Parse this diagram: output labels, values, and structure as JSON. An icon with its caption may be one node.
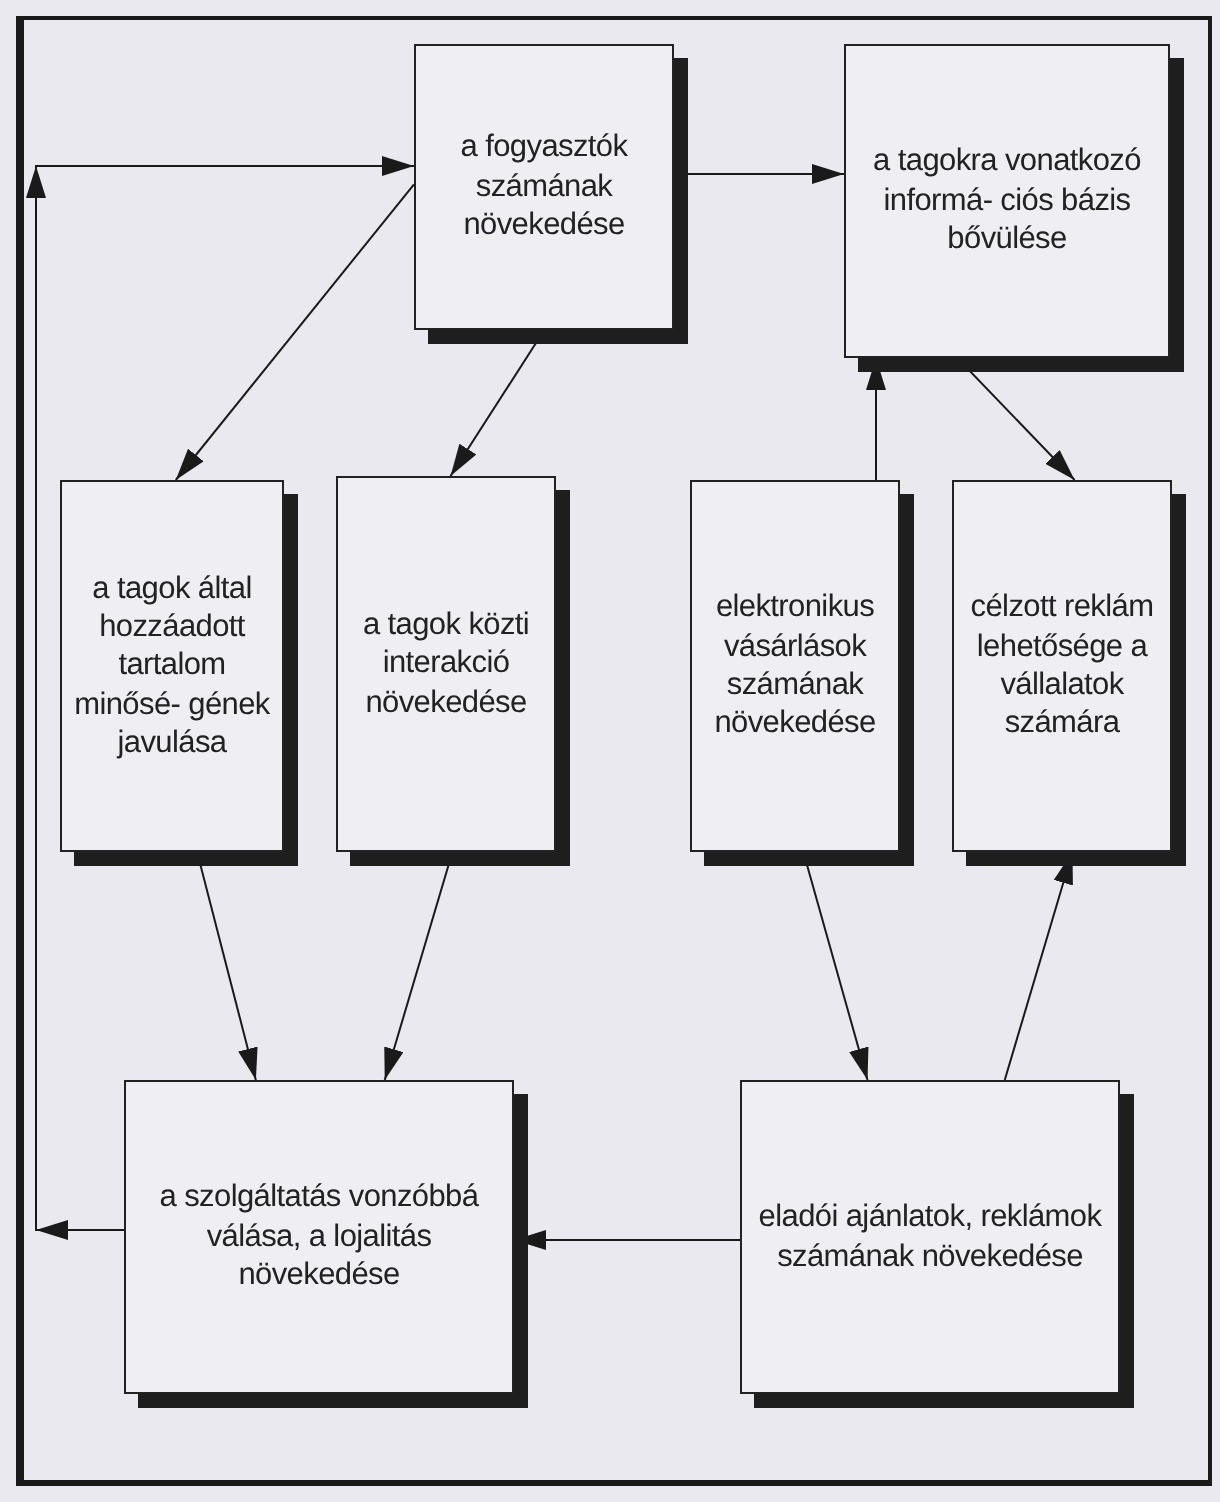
{
  "diagram": {
    "nodes": [
      {
        "text": [
          "a fogyasztók számának növekedése"
        ]
      },
      {
        "text": [
          "a tagokra vonatkozó informá- ciós bázis bővülése"
        ]
      },
      {
        "text": [
          "a tagok által hozzáadott tartalom minősé- gének javulása"
        ]
      },
      {
        "text": [
          "a tagok közti interakció növekedése"
        ]
      },
      {
        "text": [
          "elektronikus vásárlások számának növekedése"
        ]
      },
      {
        "text": [
          "célzott reklám lehetősége a vállalatok számára"
        ]
      },
      {
        "text": [
          "a szolgáltatás vonzóbbá válása, a lojalitás növekedése"
        ]
      },
      {
        "text": [
          "eladói ajánlatok, reklámok számának növekedése"
        ]
      }
    ],
    "edges": [
      {
        "from": 0,
        "to": 1,
        "arrow": "to"
      },
      {
        "from": 0,
        "to": 2,
        "arrow": "to"
      },
      {
        "from": 0,
        "to": 3,
        "arrow": "to"
      },
      {
        "from": 4,
        "to": 1,
        "arrow": "to"
      },
      {
        "from": 1,
        "to": 5,
        "arrow": "to"
      },
      {
        "from": 2,
        "to": 6,
        "arrow": "to"
      },
      {
        "from": 3,
        "to": 6,
        "arrow": "to"
      },
      {
        "from": 4,
        "to": 7,
        "arrow": "to"
      },
      {
        "from": 7,
        "to": 5,
        "arrow": "to"
      },
      {
        "from": 7,
        "to": 6,
        "arrow": "to"
      },
      {
        "from": 6,
        "to": 0,
        "arrow": "to"
      }
    ]
  }
}
